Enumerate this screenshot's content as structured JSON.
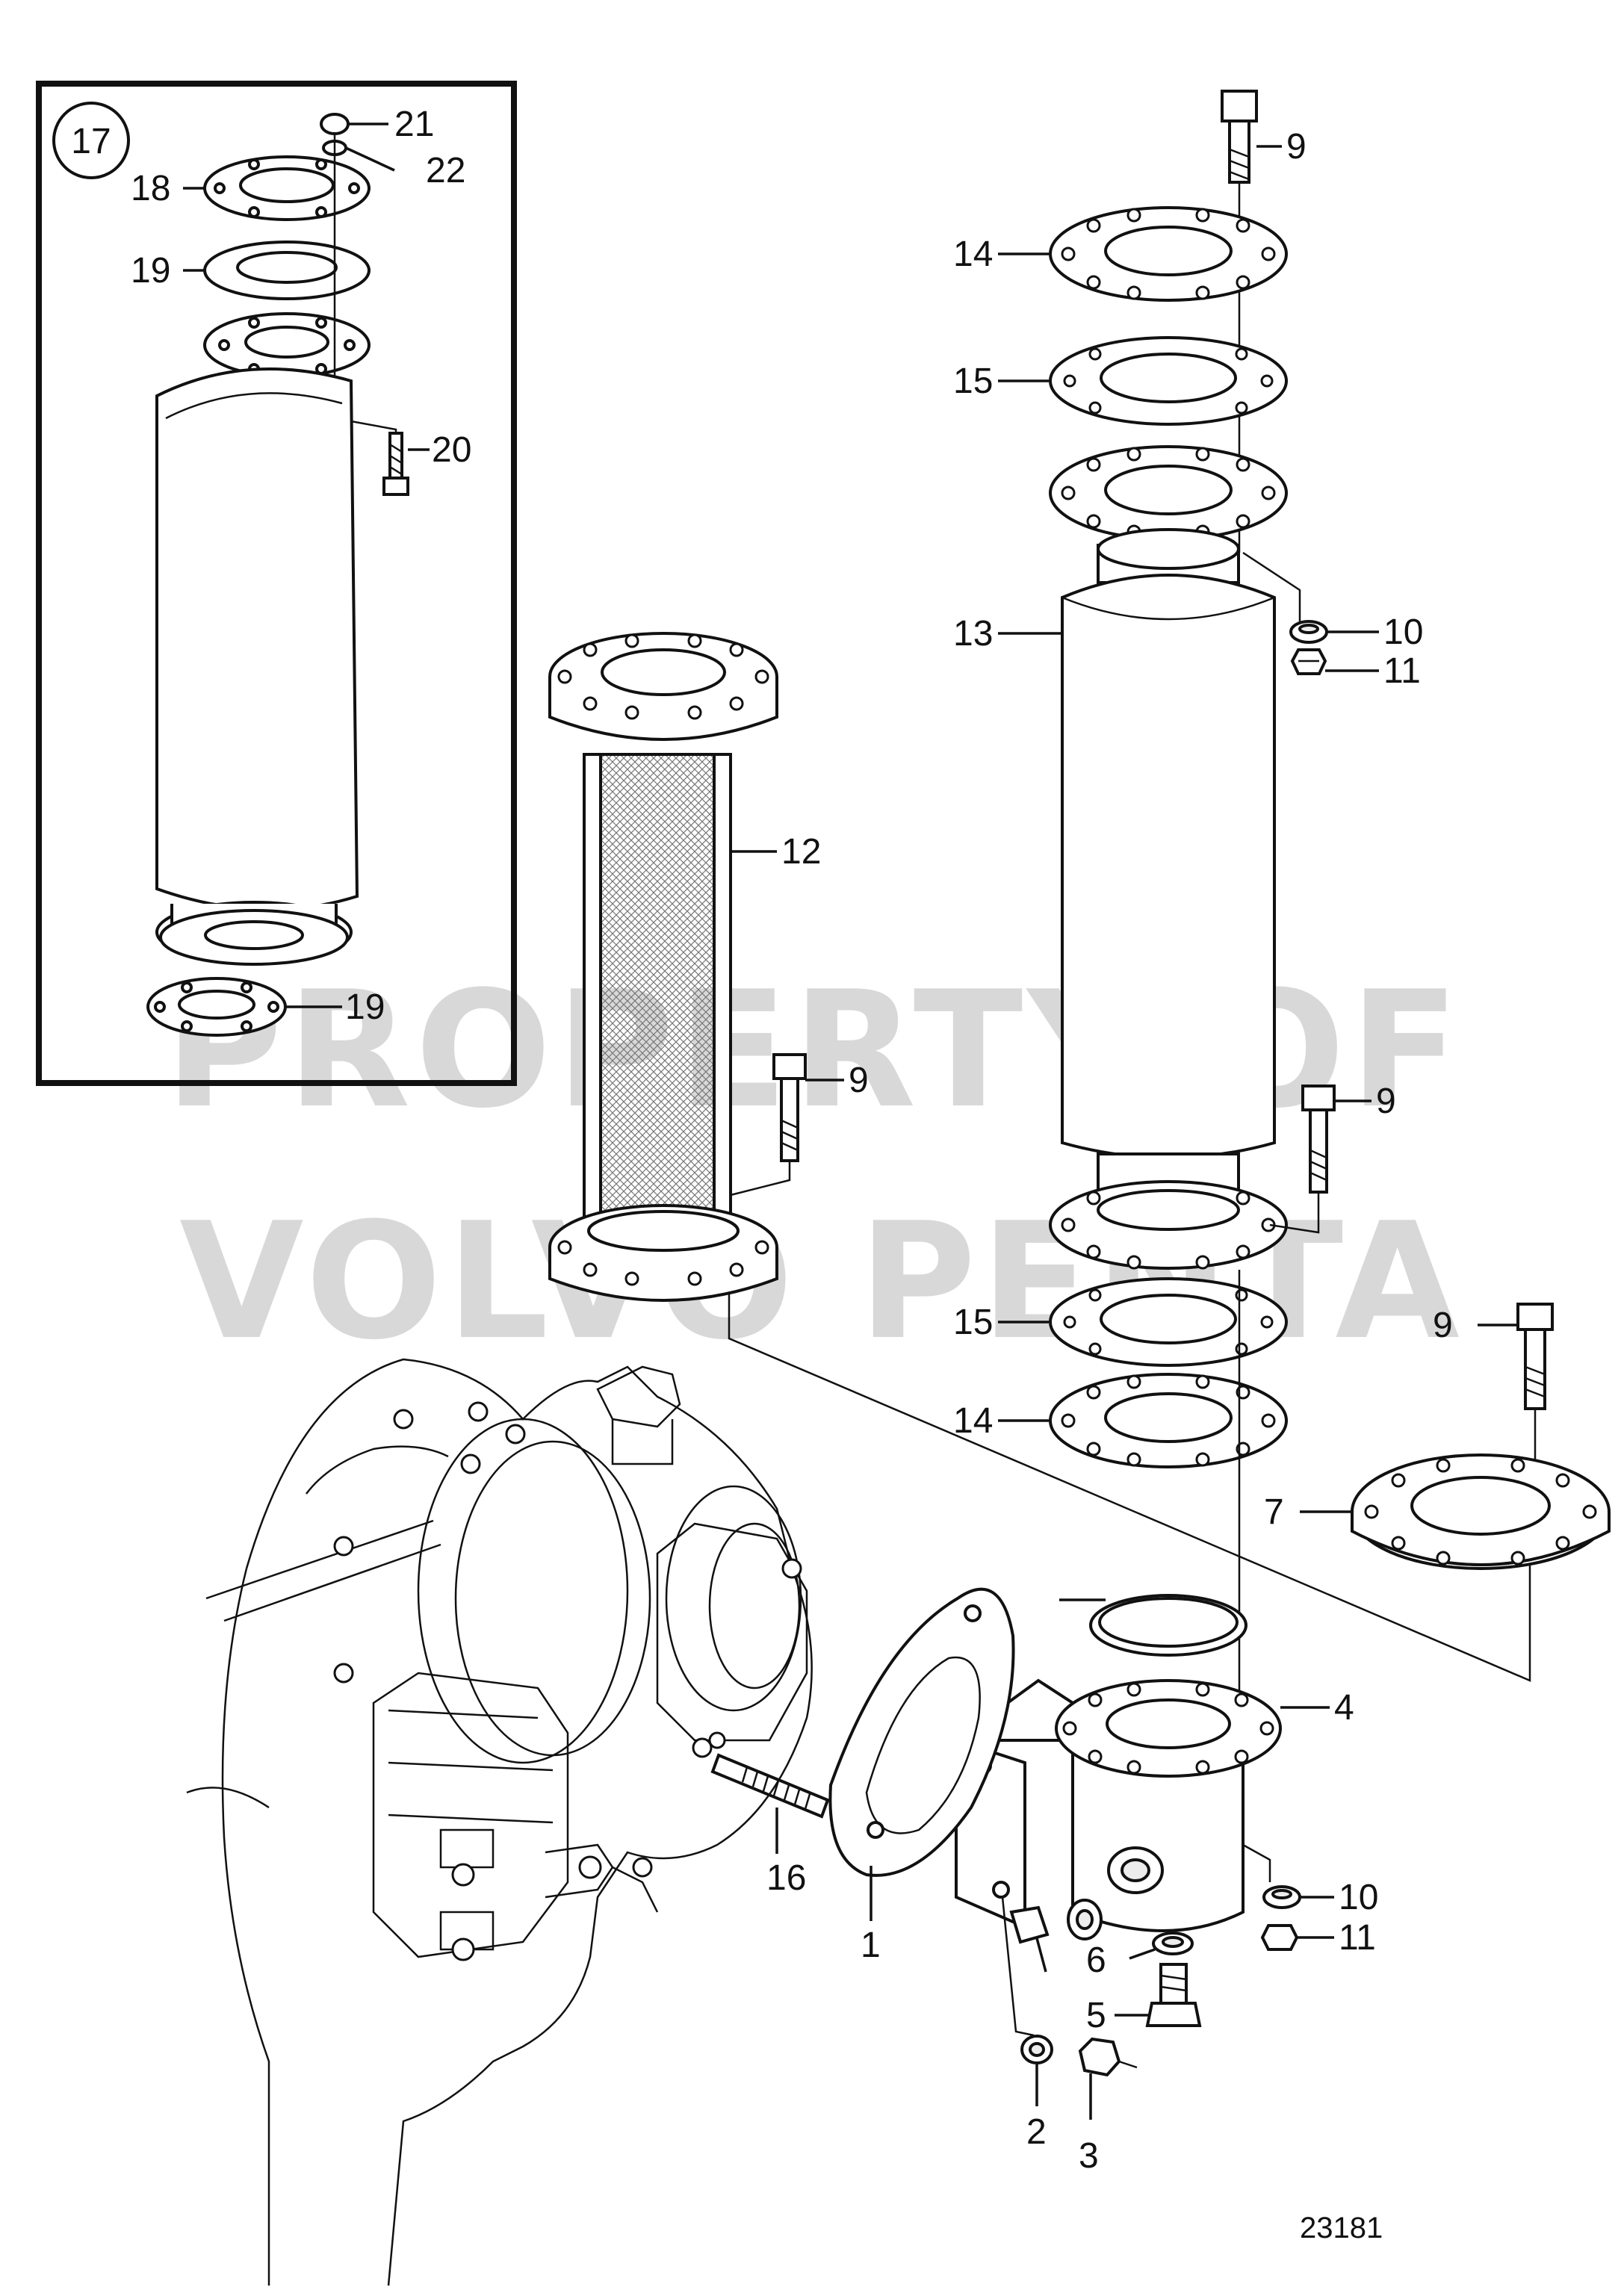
{
  "watermark": {
    "line1": "PROPERTY OF",
    "line2": "VOLVO PENTA"
  },
  "inset": {
    "marker": "17"
  },
  "callouts": {
    "c1": "1",
    "c2": "2",
    "c3": "3",
    "c4": "4",
    "c5": "5",
    "c6": "6",
    "c7": "7",
    "c9a": "9",
    "c9b": "9",
    "c9c": "9",
    "c9d": "9",
    "c10a": "10",
    "c10b": "10",
    "c11a": "11",
    "c11b": "11",
    "c12": "12",
    "c13": "13",
    "c14a": "14",
    "c14b": "14",
    "c15a": "15",
    "c15b": "15",
    "c16": "16",
    "c18": "18",
    "c19a": "19",
    "c19b": "19",
    "c20": "20",
    "c21": "21",
    "c22": "22"
  },
  "reference_number": "23181"
}
